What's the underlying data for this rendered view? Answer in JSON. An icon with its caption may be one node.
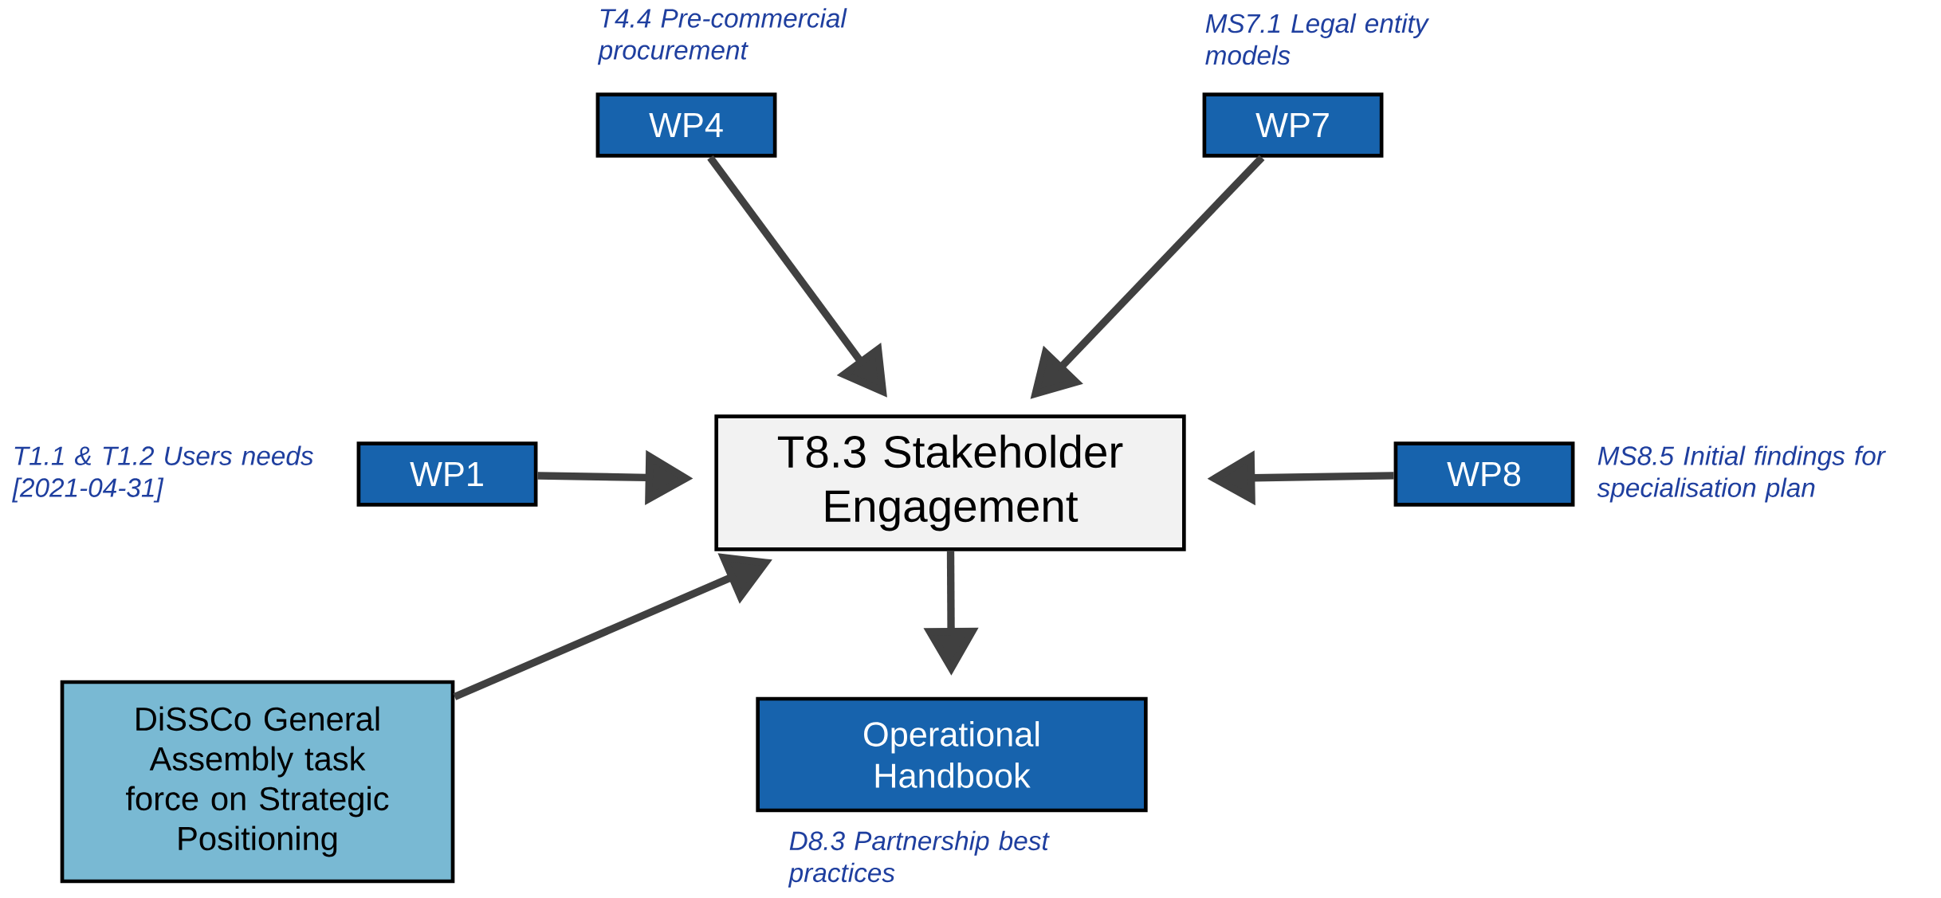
{
  "diagram": {
    "nodes": [
      {
        "text": [
          "WP4"
        ],
        "beside": [
          "T4.4 Pre-commercial procurement"
        ]
      },
      {
        "text": [
          "WP7"
        ],
        "beside": [
          "MS7.1 Legal entity models"
        ]
      },
      {
        "text": [
          "WP1"
        ],
        "beside": [
          "T1.1 & T1.2 Users needs [2021-04-31]"
        ]
      },
      {
        "text": [
          "T8.3 Stakeholder Engagement"
        ]
      },
      {
        "text": [
          "WP8"
        ],
        "beside": [
          "MS8.5 Initial findings for specialisation plan"
        ]
      },
      {
        "text": [
          "DiSSCo General Assembly task force on Strategic Positioning"
        ]
      },
      {
        "text": [
          "Operational Handbook"
        ],
        "beside": [
          "D8.3 Partnership best practices"
        ]
      }
    ],
    "edges": [
      {
        "from": 0,
        "to": 3,
        "arrow": "to"
      },
      {
        "from": 1,
        "to": 3,
        "arrow": "to"
      },
      {
        "from": 2,
        "to": 3,
        "arrow": "to"
      },
      {
        "from": 4,
        "to": 3,
        "arrow": "to"
      },
      {
        "from": 5,
        "to": 3,
        "arrow": "to"
      },
      {
        "from": 3,
        "to": 6,
        "arrow": "to"
      }
    ]
  }
}
